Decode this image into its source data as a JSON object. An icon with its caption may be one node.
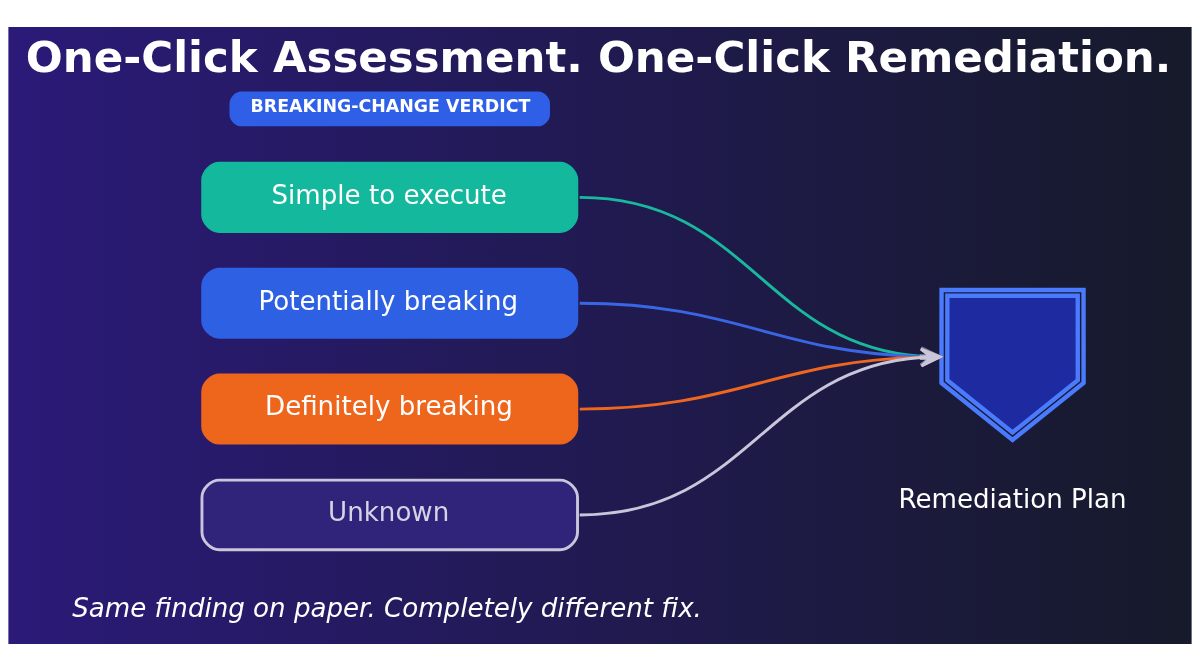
{
  "diagram": {
    "title": "One-Click Assessment. One-Click Remediation.",
    "caption": "Same finding on paper. Completely different fix.",
    "nodes": [
      {
        "text": [
          "BREAKING-CHANGE VERDICT"
        ]
      },
      {
        "text": [
          "Simple to execute"
        ]
      },
      {
        "text": [
          "Potentially breaking"
        ]
      },
      {
        "text": [
          "Definitely breaking"
        ]
      },
      {
        "text": [
          "Unknown"
        ]
      },
      {
        "text": [],
        "shape": "shield",
        "beside": [
          "Remediation Plan"
        ]
      }
    ],
    "edges": [
      {
        "from": 1,
        "to": 5,
        "arrow": "to",
        "color": "#19b89e"
      },
      {
        "from": 2,
        "to": 5,
        "arrow": "to",
        "color": "#3a66e6"
      },
      {
        "from": 3,
        "to": 5,
        "arrow": "to",
        "color": "#ee661f"
      },
      {
        "from": 4,
        "to": 5,
        "arrow": "to",
        "color": "#c9c6dc"
      }
    ]
  }
}
